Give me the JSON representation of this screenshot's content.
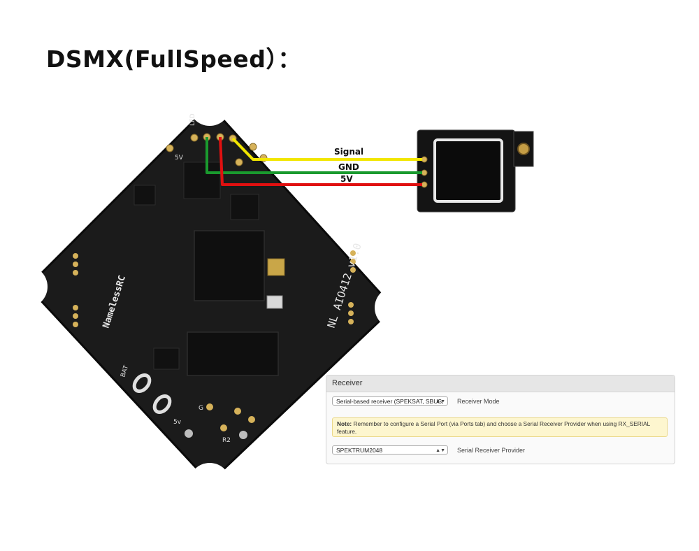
{
  "title": "DSMX(FullSpeed）：",
  "wires": [
    {
      "label": "Signal",
      "color": "#f2e600"
    },
    {
      "label": "GND",
      "color": "#1a9a2e"
    },
    {
      "label": "5V",
      "color": "#e01010"
    }
  ],
  "board": {
    "brand_text": "NamelessRC",
    "model_text": "NL AIO412 v1.0",
    "pad_labels": [
      "LED",
      "5V",
      "BAT",
      "5v",
      "R2",
      "G"
    ]
  },
  "receiver_panel": {
    "header": "Receiver",
    "mode_select": "Serial-based receiver (SPEKSAT, SBUS,",
    "mode_label": "Receiver Mode",
    "note_bold": "Note:",
    "note_text": " Remember to configure a Serial Port (via Ports tab) and choose a Serial Receiver Provider when using RX_SERIAL feature.",
    "provider_select": "SPEKTRUM2048",
    "provider_label": "Serial Receiver Provider"
  },
  "colors": {
    "pcb": "#1b1b1b",
    "pad_gold": "#d6b25a"
  }
}
